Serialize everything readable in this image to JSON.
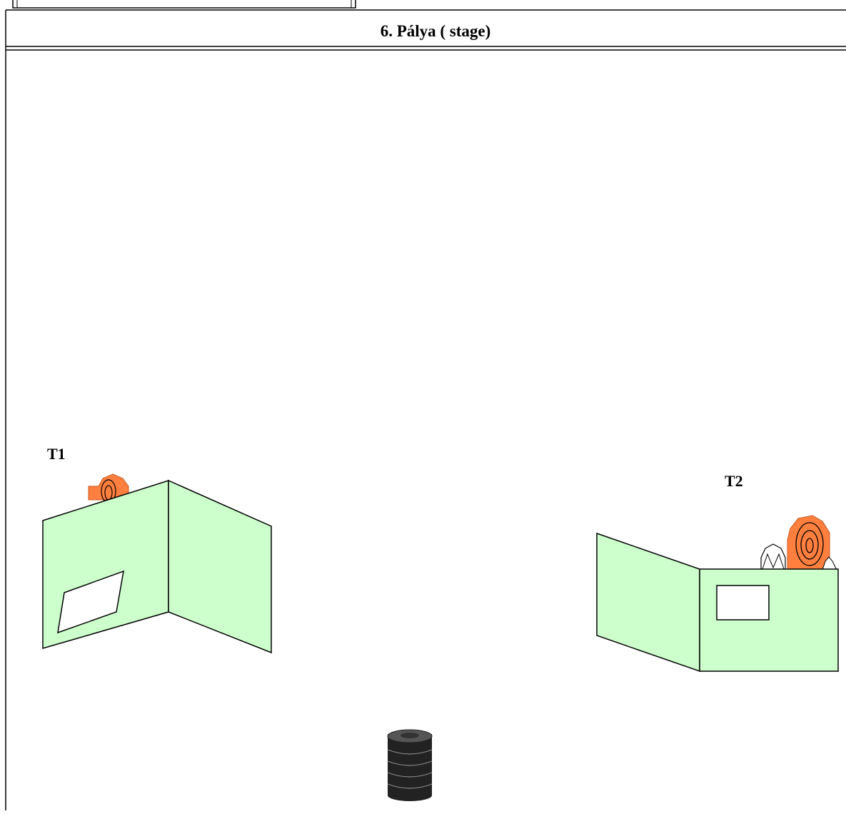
{
  "header": {
    "title": "6. Pálya ( stage)"
  },
  "targets": {
    "t1_label": "T1",
    "t2_label": "T2"
  },
  "colors": {
    "wall_fill": "#ccffcc",
    "target_orange": "#ff7f3f",
    "line": "#000000",
    "background": "#ffffff"
  },
  "icons": {
    "orange_target": "bullseye-target-icon",
    "no_shoot_target": "no-shoot-target-icon",
    "tire_stack": "tire-stack-icon"
  }
}
